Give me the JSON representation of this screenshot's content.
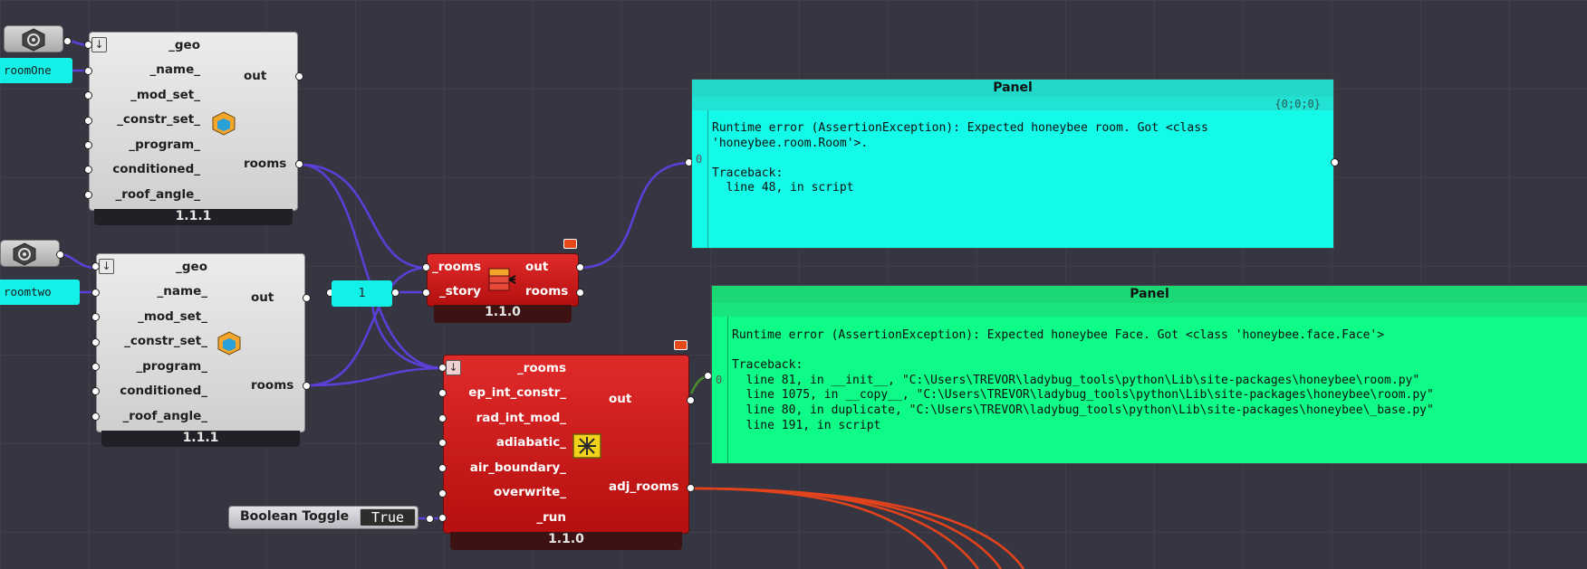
{
  "canvas": {
    "background": "#353641"
  },
  "room_component_1": {
    "inputs": [
      "_geo",
      "_name_",
      "_mod_set_",
      "_constr_set_",
      "_program_",
      "conditioned_",
      "_roof_angle_"
    ],
    "outputs": [
      "out",
      "rooms"
    ],
    "version": "1.1.1",
    "icon": "honeybee-room-icon"
  },
  "room_component_2": {
    "inputs": [
      "_geo",
      "_name_",
      "_mod_set_",
      "_constr_set_",
      "_program_",
      "conditioned_",
      "_roof_angle_"
    ],
    "outputs": [
      "out",
      "rooms"
    ],
    "version": "1.1.1",
    "icon": "honeybee-room-icon"
  },
  "name_param_1": {
    "value": "roomOne"
  },
  "name_param_2": {
    "value": "roomtwo"
  },
  "number_param": {
    "value": "1"
  },
  "story_component": {
    "inputs": [
      "_rooms",
      "_story"
    ],
    "outputs": [
      "out",
      "rooms"
    ],
    "version": "1.1.0",
    "icon": "set-story-icon",
    "state_color": "#d81d1d"
  },
  "adjacency_component": {
    "inputs": [
      "_rooms",
      "ep_int_constr_",
      "rad_int_mod_",
      "adiabatic_",
      "air_boundary_",
      "overwrite_",
      "_run"
    ],
    "outputs": [
      "out",
      "adj_rooms"
    ],
    "version": "1.1.0",
    "icon": "solve-adjacency-icon",
    "state_color": "#d81d1d"
  },
  "panel_1": {
    "title": "Panel",
    "path": "{0;0;0}",
    "index": "0",
    "text": "Runtime error (AssertionException): Expected honeybee room. Got <class\n'honeybee.room.Room'>.\n\nTraceback:\n  line 48, in script",
    "color": "#13fbe8"
  },
  "panel_2": {
    "title": "Panel",
    "index": "0",
    "text": "Runtime error (AssertionException): Expected honeybee Face. Got <class 'honeybee.face.Face'>\n\nTraceback:\n  line 81, in __init__, \"C:\\Users\\TREVOR\\ladybug_tools\\python\\Lib\\site-packages\\honeybee\\room.py\"\n  line 1075, in __copy__, \"C:\\Users\\TREVOR\\ladybug_tools\\python\\Lib\\site-packages\\honeybee\\room.py\"\n  line 80, in duplicate, \"C:\\Users\\TREVOR\\ladybug_tools\\python\\Lib\\site-packages\\honeybee\\_base.py\"\n  line 191, in script",
    "color": "#0dfb86"
  },
  "boolean_toggle": {
    "label": "Boolean Toggle",
    "value": "True"
  },
  "wire_colors": {
    "normal": "#5b3fd6",
    "error": "#e2421c"
  }
}
